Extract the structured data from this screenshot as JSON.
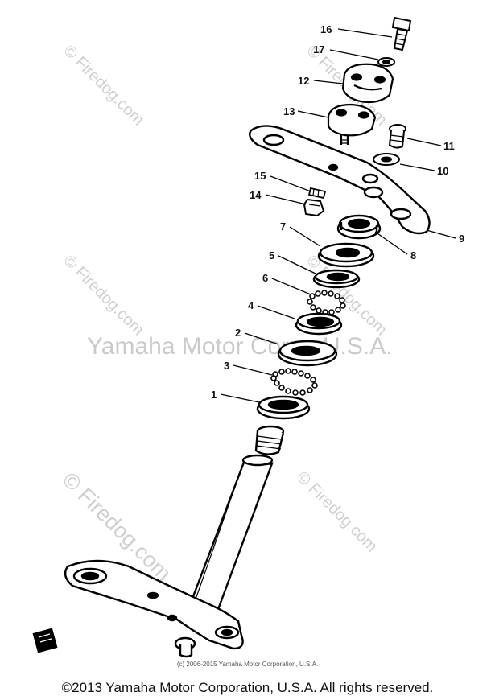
{
  "watermarks": {
    "small": "© Firedog.com",
    "large": "© Firedog.com",
    "center": "Yamaha Motor Corp., U.S.A."
  },
  "callouts": [
    "1",
    "2",
    "3",
    "4",
    "5",
    "6",
    "7",
    "8",
    "9",
    "10",
    "11",
    "12",
    "13",
    "14",
    "15",
    "16",
    "17"
  ],
  "source_line": "(c) 2006-2015 Yamaha Motor Corporation, U.S.A.",
  "copyright": "©2013 Yamaha Motor Corporation, U.S.A. All rights reserved."
}
